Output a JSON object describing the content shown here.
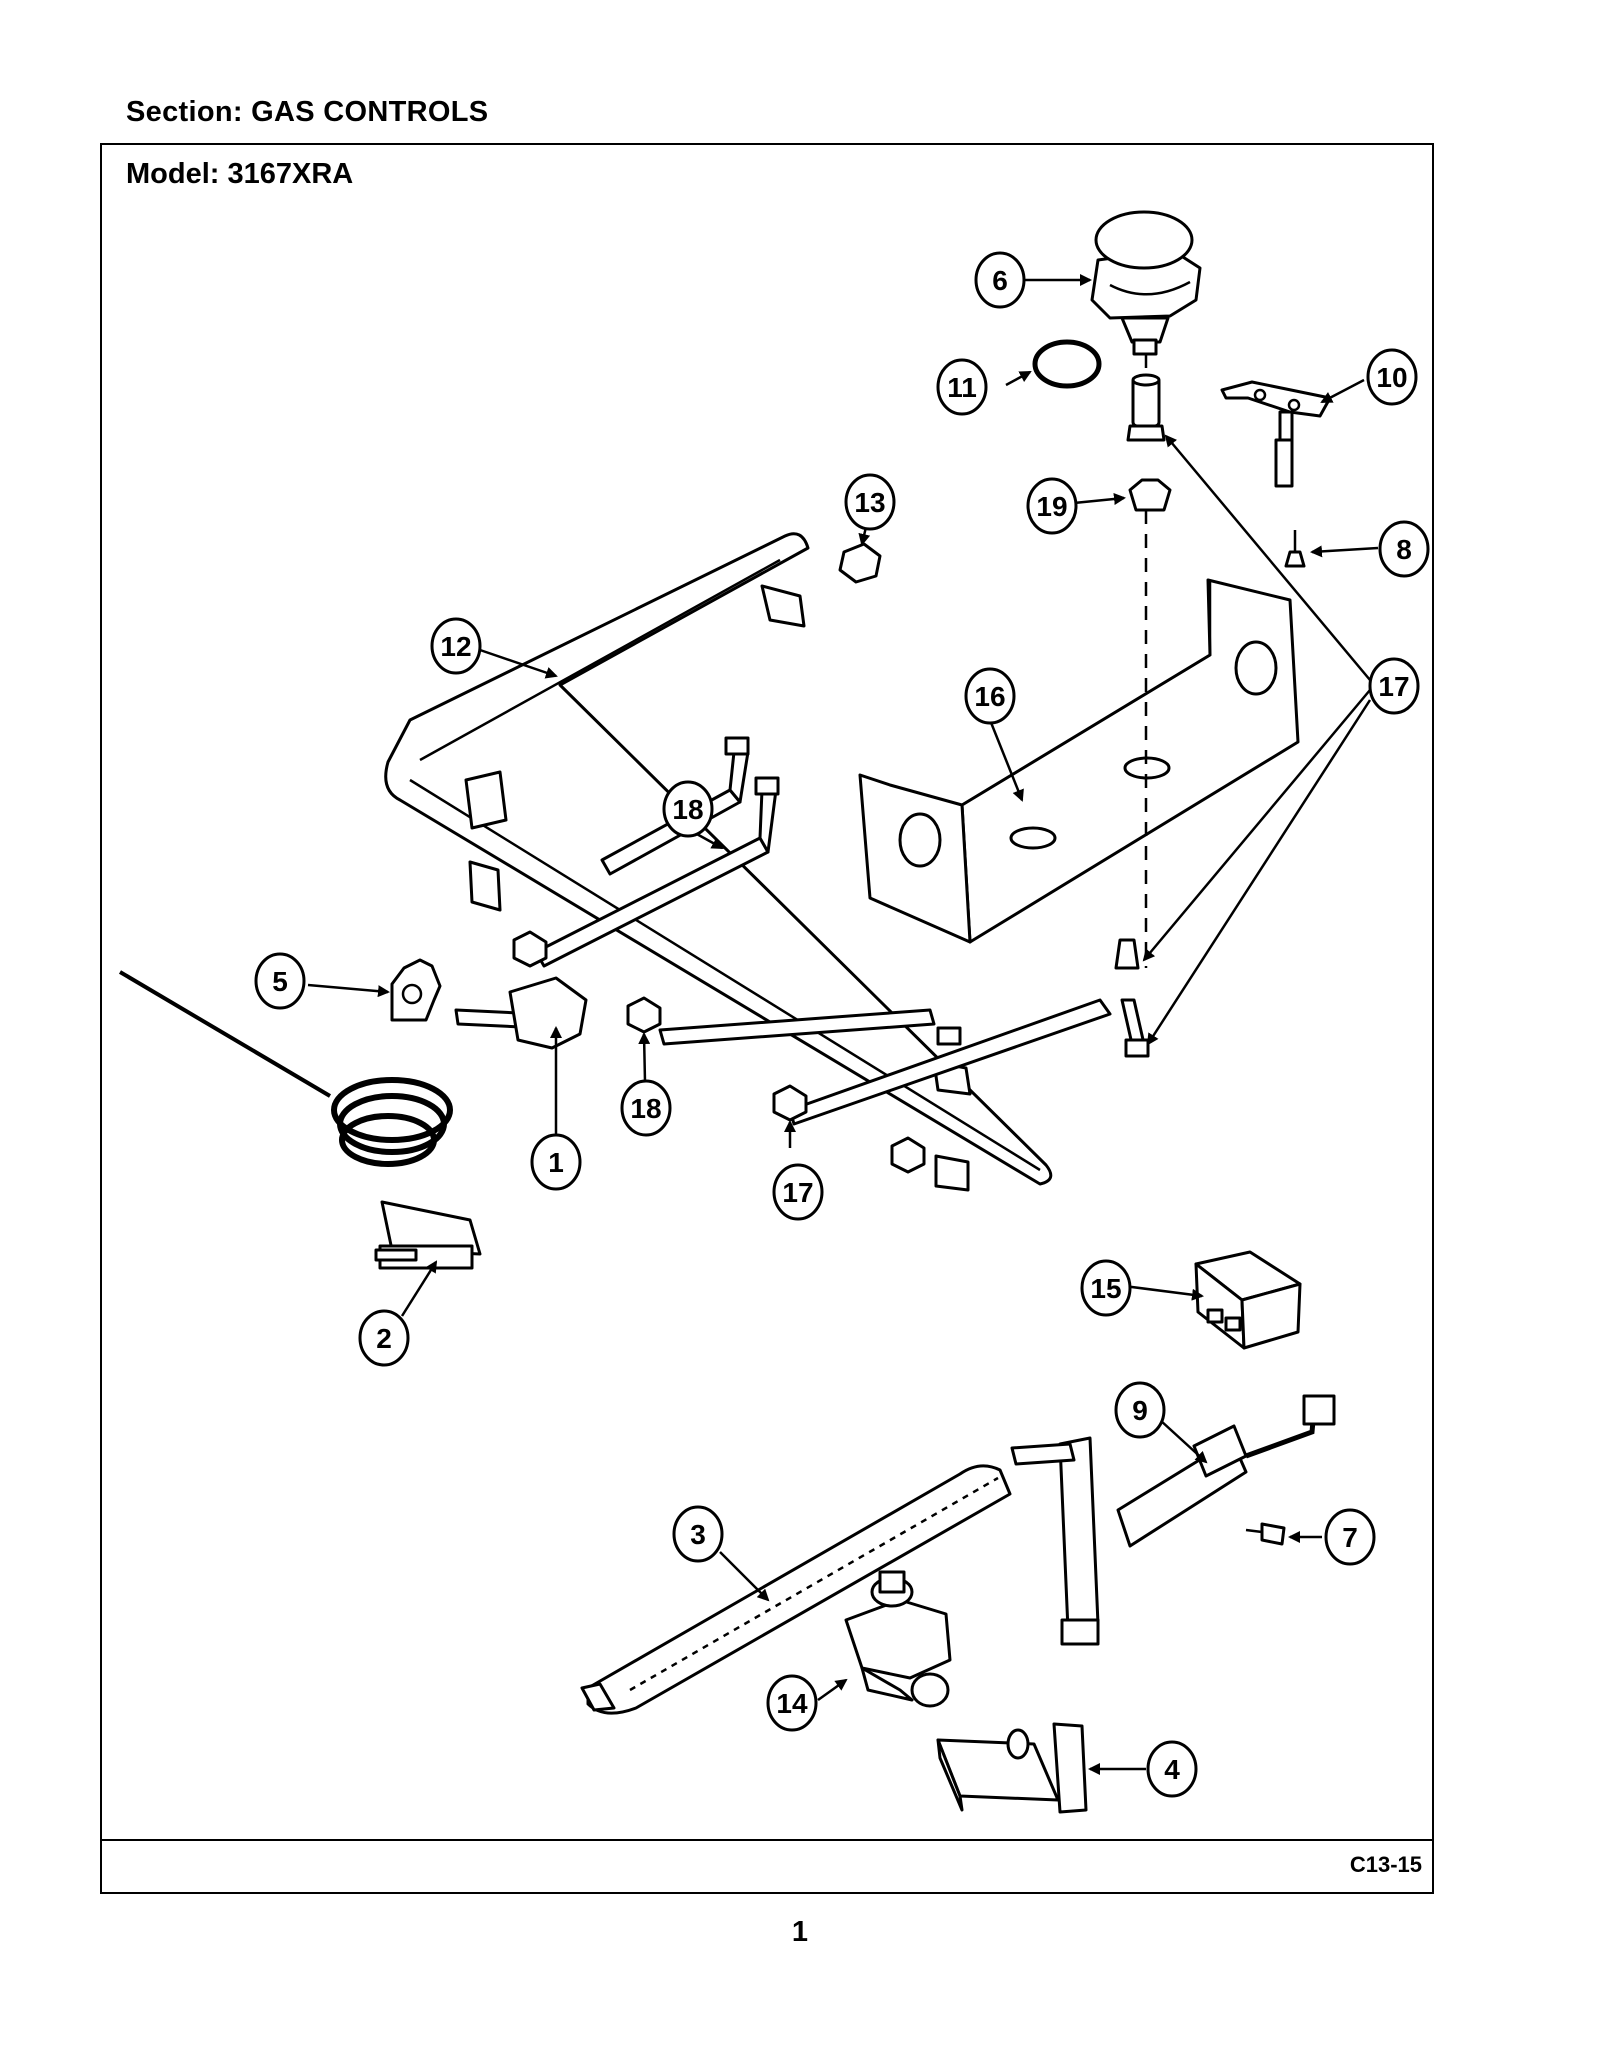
{
  "header": {
    "section_title": "Section:  GAS CONTROLS",
    "model_title": "Model:  3167XRA"
  },
  "footer": {
    "figure_code": "C13-15",
    "page_number": "1"
  },
  "callouts": [
    {
      "id": "1",
      "label": "1"
    },
    {
      "id": "2",
      "label": "2"
    },
    {
      "id": "3",
      "label": "3"
    },
    {
      "id": "4",
      "label": "4"
    },
    {
      "id": "5",
      "label": "5"
    },
    {
      "id": "6",
      "label": "6"
    },
    {
      "id": "7",
      "label": "7"
    },
    {
      "id": "8",
      "label": "8"
    },
    {
      "id": "9",
      "label": "9"
    },
    {
      "id": "10",
      "label": "10"
    },
    {
      "id": "11",
      "label": "11"
    },
    {
      "id": "12",
      "label": "12"
    },
    {
      "id": "13",
      "label": "13"
    },
    {
      "id": "14",
      "label": "14"
    },
    {
      "id": "15",
      "label": "15"
    },
    {
      "id": "16",
      "label": "16"
    },
    {
      "id": "17a",
      "label": "17"
    },
    {
      "id": "17b",
      "label": "17"
    },
    {
      "id": "18a",
      "label": "18"
    },
    {
      "id": "18b",
      "label": "18"
    },
    {
      "id": "19",
      "label": "19"
    }
  ]
}
